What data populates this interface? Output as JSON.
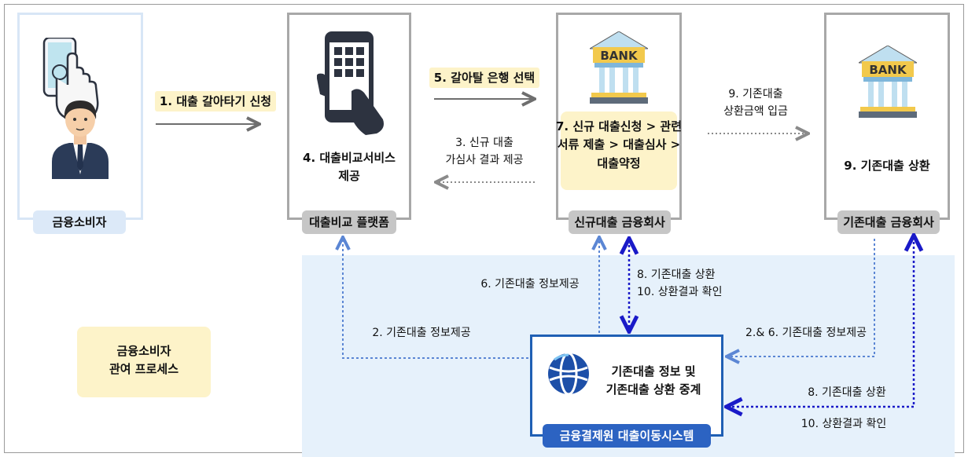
{
  "nodes": {
    "consumer": {
      "tag": "금융소비자"
    },
    "platform": {
      "tag": "대출비교 플랫폼",
      "label": [
        "4. 대출비교서비스",
        "제공"
      ]
    },
    "new_bank": {
      "tag": "신규대출 금융회사",
      "icon_text": "BANK",
      "label": [
        "7. 신규 대출신청 > 관련",
        "서류 제출 > 대출심사 >",
        "대출약정"
      ]
    },
    "old_bank": {
      "tag": "기존대출 금융회사",
      "icon_text": "BANK",
      "label": "9. 기존대출 상환"
    },
    "system": {
      "tag": "금융결제원 대출이동시스템",
      "label": [
        "기존대출 정보 및",
        "기존대출 상환 중계"
      ]
    }
  },
  "steps": {
    "s1": "1. 대출 갈아타기 신청",
    "s5": "5. 갈아탈 은행 선택",
    "s3": [
      "3. 신규 대출",
      "가심사 결과 제공"
    ],
    "s9": [
      "9. 기존대출",
      "상환금액 입금"
    ],
    "s6": "6. 기존대출 정보제공",
    "s8_10": [
      "8. 기존대출 상환",
      "10. 상환결과 확인"
    ],
    "s2": "2. 기존대출 정보제공",
    "s26": "2.& 6. 기존대출 정보제공",
    "s8": "8. 기존대출 상환",
    "s10": "10. 상환결과 확인"
  },
  "legend": [
    "금융소비자",
    "관여 프로세스"
  ],
  "colors": {
    "zone": "#e6f1fb",
    "highlight": "#fdf3c9",
    "navy": "#2c63c2",
    "dotted_blue": "#5b86d4",
    "dotted_dark": "#1a1ac8",
    "gray_arrow": "#6e6e6e"
  },
  "icons": [
    "touch-hand-icon",
    "person-icon",
    "smartphone-icon",
    "bank-icon",
    "globe-icon"
  ]
}
